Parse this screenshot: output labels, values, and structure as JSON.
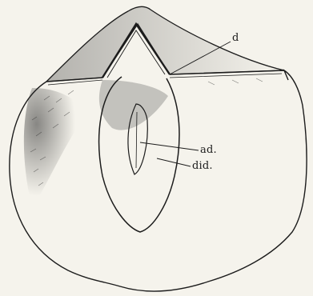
{
  "labels": {
    "d": "d",
    "ad": "ad.",
    "did": "did."
  },
  "colors": {
    "paper": "#f5f3ec",
    "ink": "#1c1c1c",
    "shade": "#3a3a3a"
  }
}
